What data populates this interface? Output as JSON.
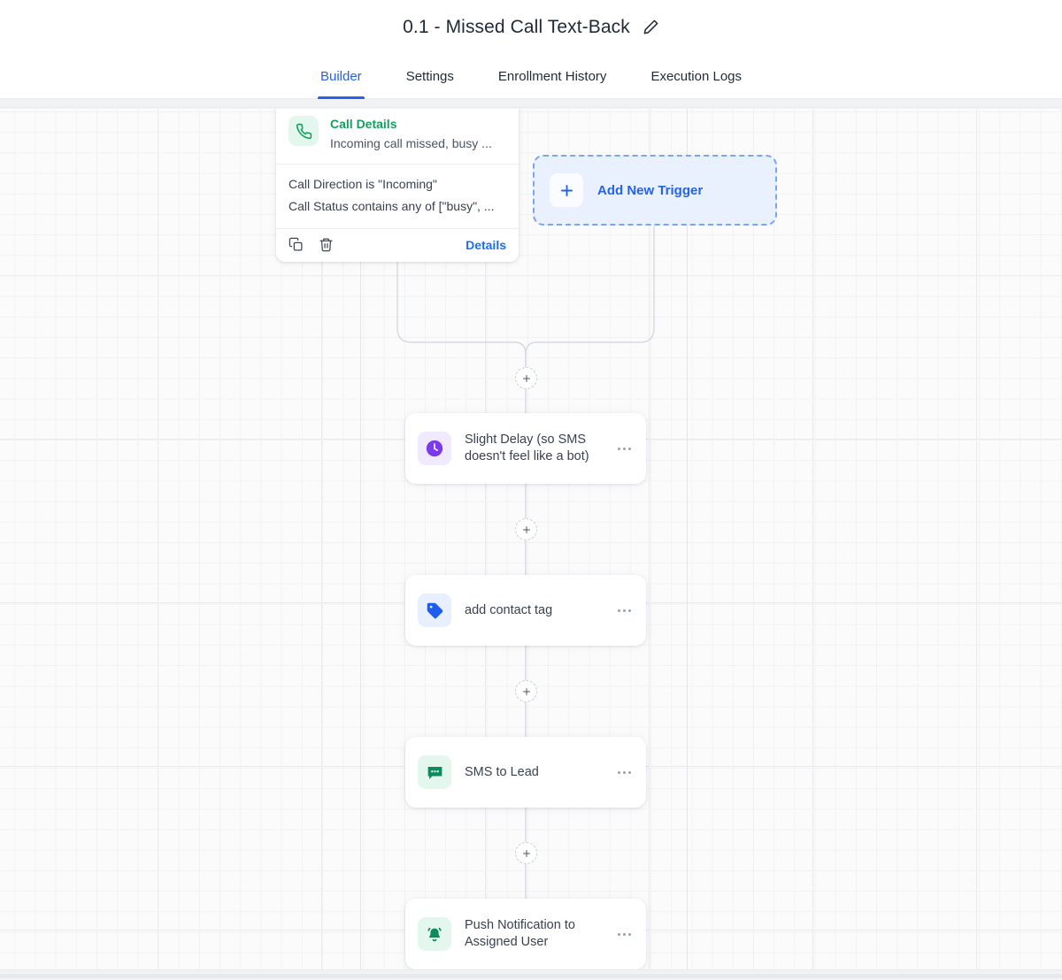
{
  "header": {
    "title": "0.1 - Missed Call Text-Back",
    "edit_icon": "pencil-icon"
  },
  "tabs": [
    {
      "label": "Builder",
      "active": true
    },
    {
      "label": "Settings",
      "active": false
    },
    {
      "label": "Enrollment History",
      "active": false
    },
    {
      "label": "Execution Logs",
      "active": false
    }
  ],
  "canvas": {
    "trigger_card": {
      "icon": "phone-icon",
      "title": "Call Details",
      "subtitle": "Incoming call missed, busy ...",
      "conditions": [
        "Call Direction is \"Incoming\"",
        "Call Status contains any of [\"busy\", ..."
      ],
      "footer": {
        "duplicate_icon": "copy-icon",
        "delete_icon": "trash-icon",
        "details_label": "Details"
      }
    },
    "add_trigger": {
      "icon": "plus-icon",
      "label": "Add New Trigger"
    },
    "nodes": [
      {
        "icon": "clock-icon",
        "label": "Slight Delay (so SMS doesn't feel like a bot)",
        "menu": "more-options-icon"
      },
      {
        "icon": "tag-icon",
        "label": "add contact tag",
        "menu": "more-options-icon"
      },
      {
        "icon": "chat-bubble-icon",
        "label": "SMS to Lead",
        "menu": "more-options-icon"
      },
      {
        "icon": "bell-icon",
        "label": "Push Notification to Assigned User",
        "menu": "more-options-icon"
      }
    ],
    "add_step_label": "+"
  },
  "colors": {
    "accent_blue": "#2563eb",
    "trigger_green": "#12a05c",
    "delay_purple": "#7c3aed",
    "tag_blue": "#1d5cf0",
    "sms_green": "#0e8a5f",
    "bell_green": "#0e8a5f",
    "canvas_bg": "#fbfbfc"
  }
}
